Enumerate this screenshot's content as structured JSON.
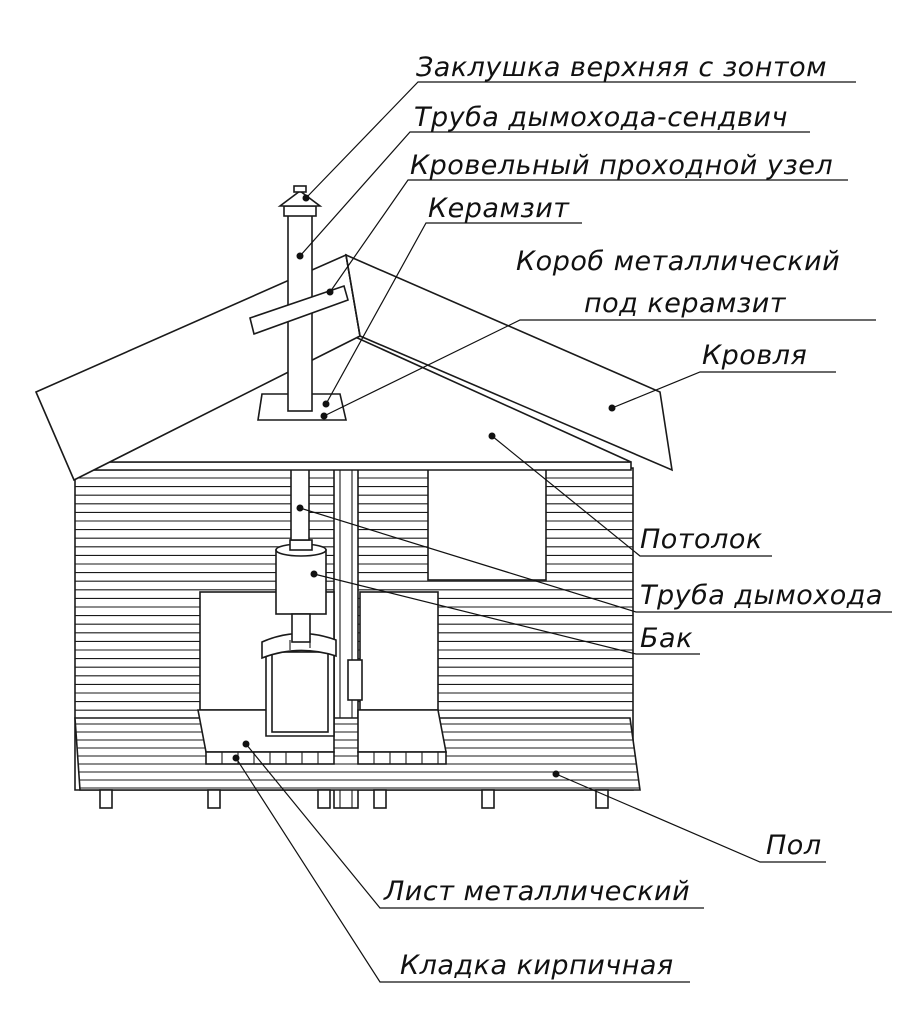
{
  "labels": {
    "top_cap": "Заклушка верхняя с зонтом",
    "sandwich_pipe": "Труба дымохода-сендвич",
    "roof_passage": "Кровельный проходной узел",
    "keramzit": "Керамзит",
    "metal_box_line1": "Короб металлический",
    "metal_box_line2": "под керамзит",
    "roof": "Кровля",
    "ceiling": "Потолок",
    "chimney_pipe": "Труба дымохода",
    "tank": "Бак",
    "floor": "Пол",
    "metal_sheet": "Лист металлический",
    "brickwork": "Кладка кирпичная"
  }
}
